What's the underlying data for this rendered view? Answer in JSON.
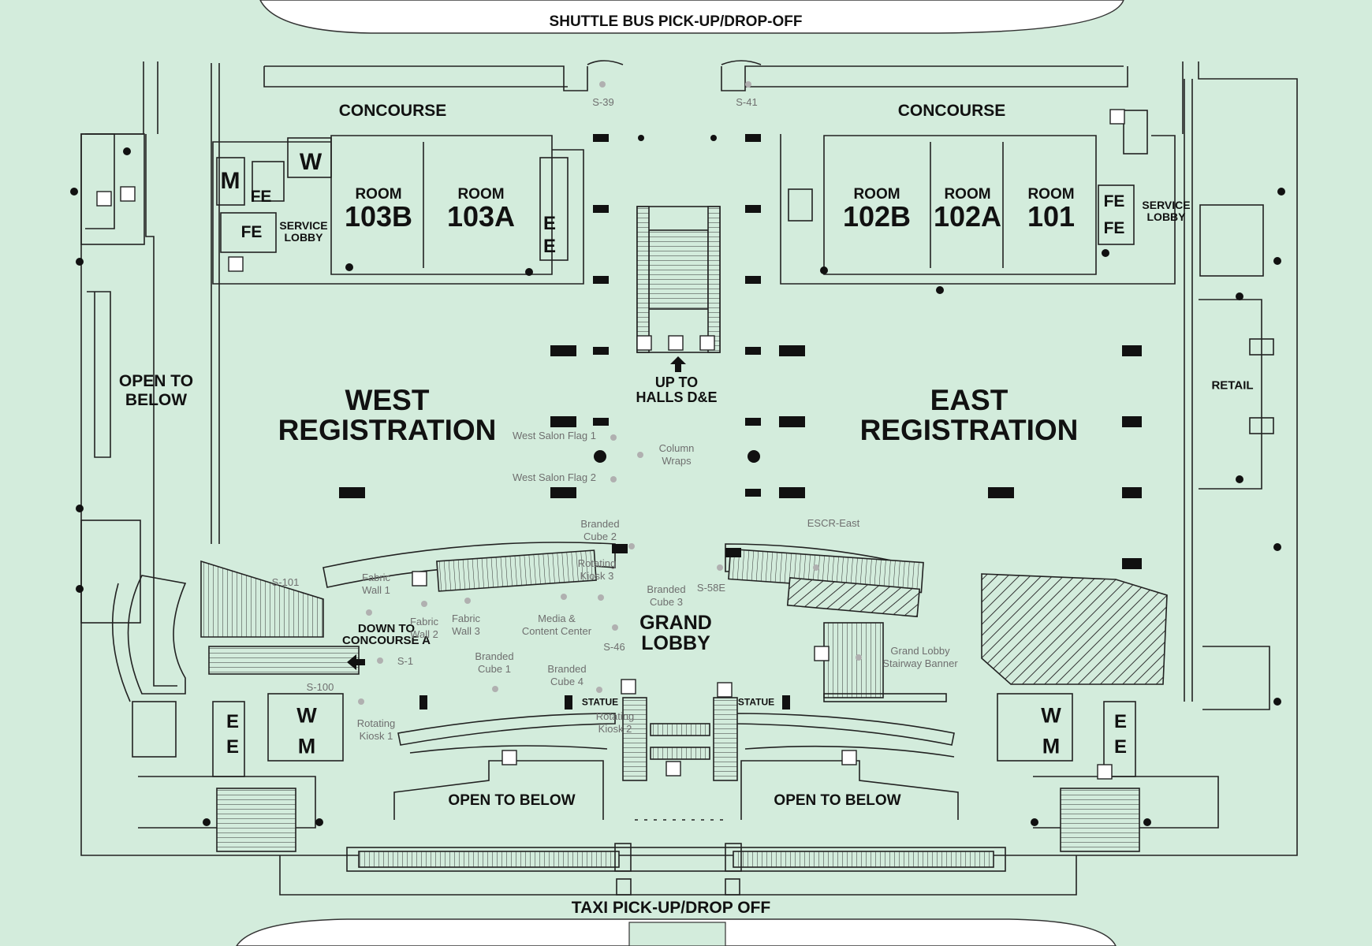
{
  "map": {
    "background_color": "#d3ecdc",
    "edge_labels": {
      "top": "SHUTTLE BUS PICK-UP/DROP-OFF",
      "bottom": "TAXI PICK-UP/DROP OFF"
    },
    "areas": {
      "west_registration": "WEST\nREGISTRATION",
      "east_registration": "EAST\nREGISTRATION",
      "grand_lobby": "GRAND\nLOBBY",
      "concourse_west": "CONCOURSE",
      "concourse_east": "CONCOURSE",
      "open_to_below_left": "OPEN TO\nBELOW",
      "open_to_below_center_west": "OPEN TO BELOW",
      "open_to_below_center_east": "OPEN TO BELOW",
      "up_to_halls": "UP TO\nHALLS D&E",
      "down_to_concourse": "DOWN TO\nCONCOURSE A",
      "retail": "RETAIL",
      "statue_west": "STATUE",
      "statue_east": "STATUE",
      "service_lobby_west": "SERVICE\nLOBBY",
      "service_lobby_east": "SERVICE\nLOBBY"
    },
    "rooms": [
      {
        "label": "ROOM",
        "number": "103B"
      },
      {
        "label": "ROOM",
        "number": "103A"
      },
      {
        "label": "ROOM",
        "number": "102B"
      },
      {
        "label": "ROOM",
        "number": "102A"
      },
      {
        "label": "ROOM",
        "number": "101"
      }
    ],
    "restrooms": {
      "w_top": "W",
      "m_top": "M",
      "w_left": "W",
      "m_left": "M",
      "w_right": "W",
      "m_right": "M"
    },
    "service_marks": {
      "fe1": "FE",
      "fe2": "FE",
      "fe3": "FE",
      "fe4": "FE",
      "e1": "E",
      "e2": "E",
      "e3": "E",
      "e4": "E",
      "e5": "E",
      "e6": "E"
    },
    "signage": {
      "s39": "S-39",
      "s41": "S-41",
      "west_salon_flag_1": "West Salon Flag 1",
      "west_salon_flag_2": "West Salon Flag 2",
      "column_wraps": "Column\nWraps",
      "branded_cube_2": "Branded\nCube 2",
      "rotating_kiosk_3": "Rotating\nKiosk 3",
      "branded_cube_3": "Branded\nCube 3",
      "escr_east": "ESCR-East",
      "s58e": "S-58E",
      "s101": "S-101",
      "fabric_wall_1": "Fabric\nWall 1",
      "fabric_wall_2": "Fabric\nWall 2",
      "fabric_wall_3": "Fabric\nWall 3",
      "media_content_center": "Media &\nContent Center",
      "s46": "S-46",
      "s1": "S-1",
      "s100": "S-100",
      "branded_cube_1": "Branded\nCube 1",
      "branded_cube_4": "Branded\nCube 4",
      "rotating_kiosk_1": "Rotating\nKiosk 1",
      "rotating_kiosk_2": "Rotating\nKiosk 2",
      "grand_lobby_stairway_banner": "Grand Lobby\nStairway Banner"
    },
    "icons": [
      "escalator-icon",
      "elevator-icon",
      "fire-extinguisher-icon",
      "signage-marker-icon",
      "column-icon",
      "arrow-up-icon",
      "arrow-left-icon"
    ]
  }
}
